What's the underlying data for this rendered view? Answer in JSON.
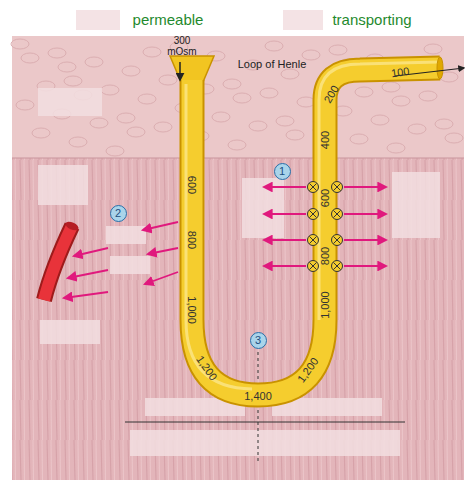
{
  "diagram": {
    "nodes": [
      {
        "text": [
          "1"
        ]
      },
      {
        "text": [
          "2"
        ]
      },
      {
        "text": [
          "3"
        ]
      }
    ],
    "labels": [
      "permeable",
      "transporting",
      "300 mOsm",
      "Loop of Henle",
      "600",
      "800",
      "1,000",
      "1,200",
      "1,400",
      "1,200",
      "1,000",
      "800",
      "600",
      "400",
      "200",
      "100"
    ]
  }
}
